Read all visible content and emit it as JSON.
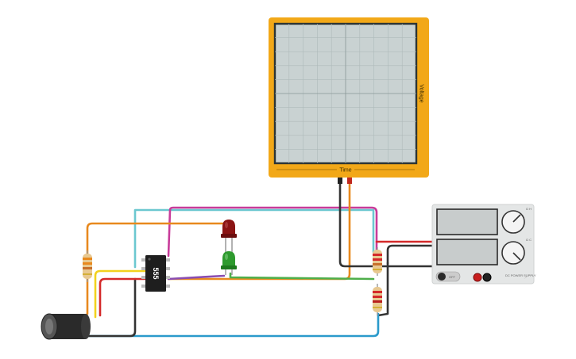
{
  "oscilloscope": {
    "time_label": "Time",
    "voltage_label": "Voltage"
  },
  "ic": {
    "label": "555"
  },
  "power_supply": {
    "off_label": "OFF",
    "knob1_label": "Ω H",
    "knob2_label": "Ω C",
    "brand_label": "DC POWER SUPPLY"
  },
  "colors": {
    "scope_frame": "#F2A818",
    "scope_screen": "#C9D2D2",
    "wire_orange": "#E8891E",
    "wire_magenta": "#C83C9A",
    "wire_cyan": "#6CC8D0",
    "wire_blue": "#2A9ACB",
    "wire_green": "#4EAE4A",
    "wire_red": "#D42A2A",
    "wire_yellow": "#F2D21E",
    "wire_black": "#333333",
    "led_red": "#8B1414",
    "led_green": "#2E9A2E"
  }
}
